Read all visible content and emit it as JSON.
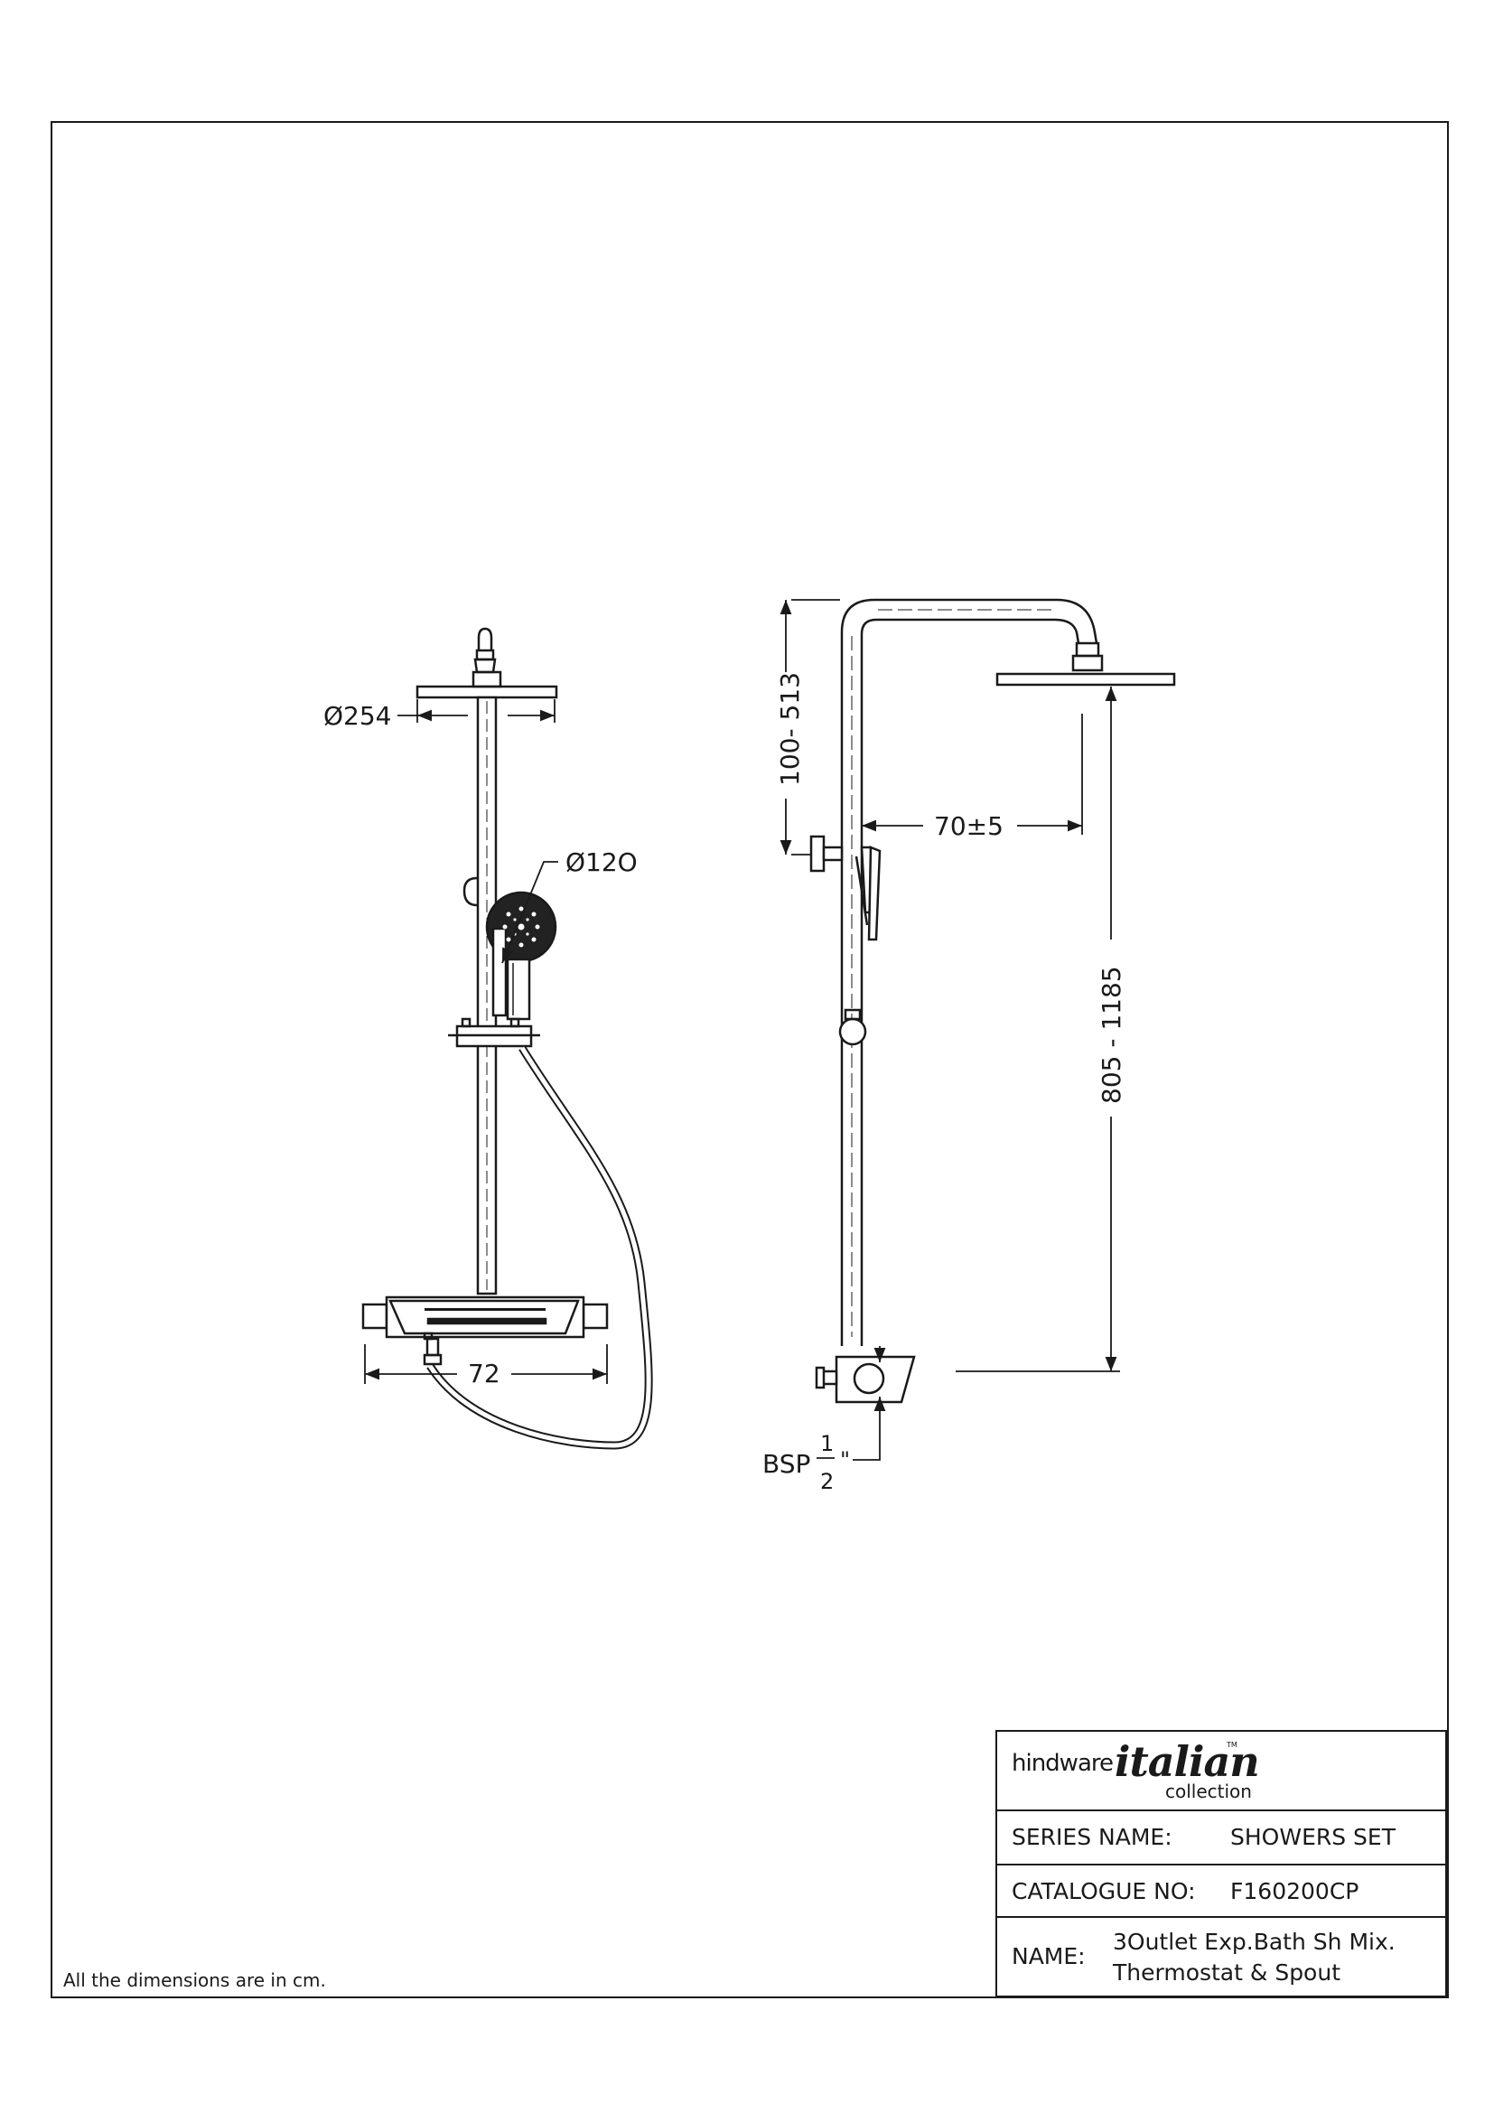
{
  "dimensions": {
    "head_diameter": "Ø254",
    "hand_shower_diameter": "Ø12O",
    "mixer_width": "72",
    "arm_height": "100- 513",
    "arm_projection": "70±5",
    "rail_height": "805 - 1185",
    "bsp_prefix": "BSP",
    "bsp_numerator": "1",
    "bsp_denominator": "2",
    "bsp_suffix": "\""
  },
  "footnote": "All the dimensions are in cm.",
  "title_block": {
    "logo": {
      "brand": "hindware",
      "script": "italian",
      "sub": "collection",
      "tm": "TM"
    },
    "series_label": "SERIES NAME:",
    "series_value": "SHOWERS SET",
    "catalogue_label": "CATALOGUE NO:",
    "catalogue_value": "F160200CP",
    "name_label": "NAME:",
    "name_line1": "3Outlet Exp.Bath Sh Mix.",
    "name_line2": "Thermostat & Spout"
  }
}
